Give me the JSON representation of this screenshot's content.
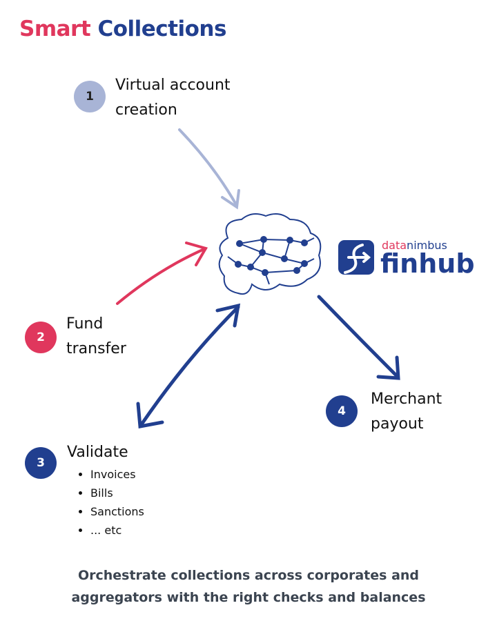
{
  "title": {
    "part1": "Smart",
    "part2": "Collections"
  },
  "colors": {
    "pink": "#e0375d",
    "blue": "#213f8f",
    "light": "#a8b4d6"
  },
  "steps": [
    {
      "num": "1",
      "line1": "Virtual account",
      "line2": "creation"
    },
    {
      "num": "2",
      "line1": "Fund",
      "line2": "transfer"
    },
    {
      "num": "3",
      "line1": "Validate",
      "items": [
        "Invoices",
        "Bills",
        "Sanctions",
        "... etc"
      ]
    },
    {
      "num": "4",
      "line1": "Merchant",
      "line2": "payout"
    }
  ],
  "logo": {
    "brand_a": "data",
    "brand_b": "nimbus",
    "product": "finhub"
  },
  "footer": {
    "line1": "Orchestrate collections across corporates and",
    "line2": "aggregators with the right checks and balances"
  }
}
